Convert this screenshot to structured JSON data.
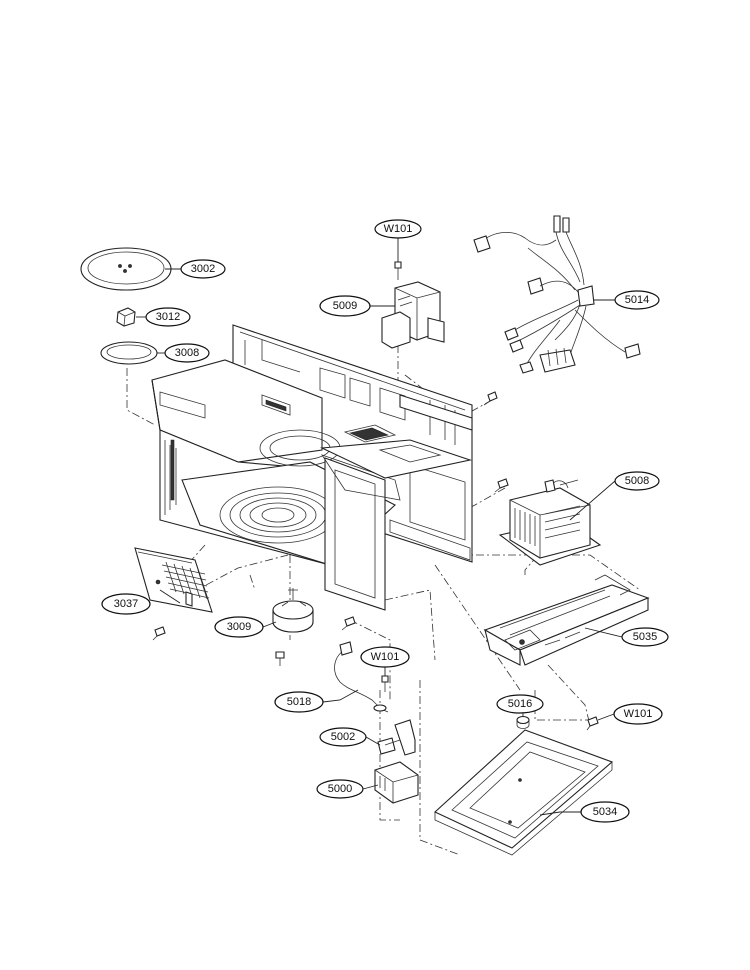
{
  "diagram": {
    "type": "exploded-parts-view",
    "labels": {
      "w101_top": "W101",
      "p3002": "3002",
      "p3012": "3012",
      "p3008": "3008",
      "p5009": "5009",
      "p5014": "5014",
      "p5008": "5008",
      "p3037": "3037",
      "p3009": "3009",
      "w101_mid": "W101",
      "p5018": "5018",
      "p5035": "5035",
      "p5016": "5016",
      "w101_right": "W101",
      "p5002": "5002",
      "p5000": "5000",
      "p5034": "5034"
    },
    "line_color": "#222222",
    "background": "#ffffff"
  }
}
